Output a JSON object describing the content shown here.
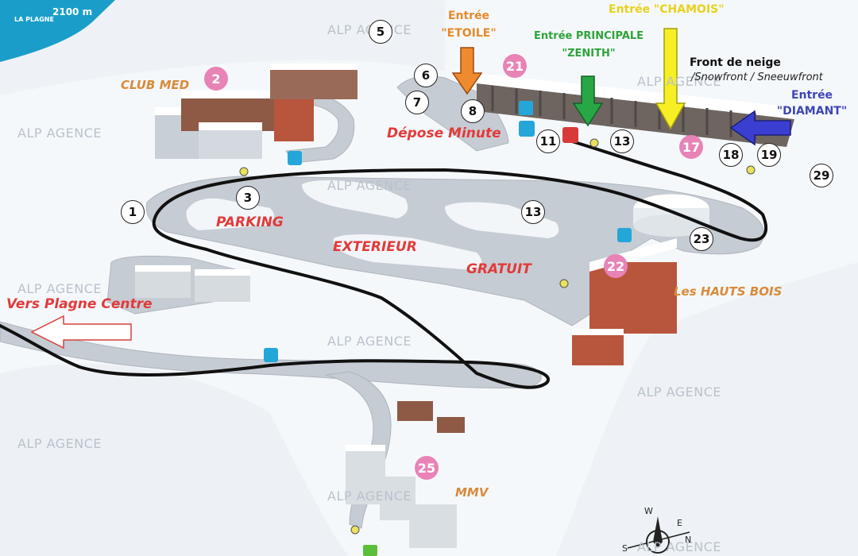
{
  "header": {
    "logo_text": "LA PLAGNE",
    "altitude": "2100 m"
  },
  "entrances": {
    "etoile_line1": "Entrée",
    "etoile_line2": "\"ETOILE\"",
    "principale_line1": "Entrée PRINCIPALE",
    "principale_line2": "\"ZENITH\"",
    "chamois": "Entrée  \"CHAMOIS\"",
    "diamant_line1": "Entrée",
    "diamant_line2": "\"DIAMANT\""
  },
  "snowfront": {
    "title": "Front de neige",
    "subtitle": "/Snowfront / Sneeuwfront"
  },
  "areas": {
    "club_med": "CLUB MED",
    "depose_minute": "Dépose Minute",
    "parking": "PARKING",
    "exterieur": "EXTERIEUR",
    "gratuit": "GRATUIT",
    "vers_plagne": "Vers Plagne Centre",
    "hauts_bois": "Les HAUTS BOIS",
    "mmv": "MMV"
  },
  "watermark": "ALP AGENCE",
  "markers": {
    "m1": "1",
    "m3": "3",
    "m5": "5",
    "m6": "6",
    "m7": "7",
    "m8": "8",
    "m11": "11",
    "m13a": "13",
    "m13b": "13",
    "m18": "18",
    "m19": "19",
    "m23": "23",
    "m29": "29"
  },
  "pink_markers": {
    "p2": "2",
    "p17": "17",
    "p21": "21",
    "p22": "22",
    "p25": "25"
  },
  "compass": {
    "n": "N",
    "s": "S",
    "w": "W",
    "e": "E"
  },
  "colors": {
    "route": "#111111",
    "arrow_orange": "#f08a2e",
    "arrow_green": "#28a745",
    "arrow_yellow": "#f5ef24",
    "arrow_blue": "#3b3fd1",
    "marker_pink": "#e883b6",
    "header_blue": "#1a9ec9"
  }
}
